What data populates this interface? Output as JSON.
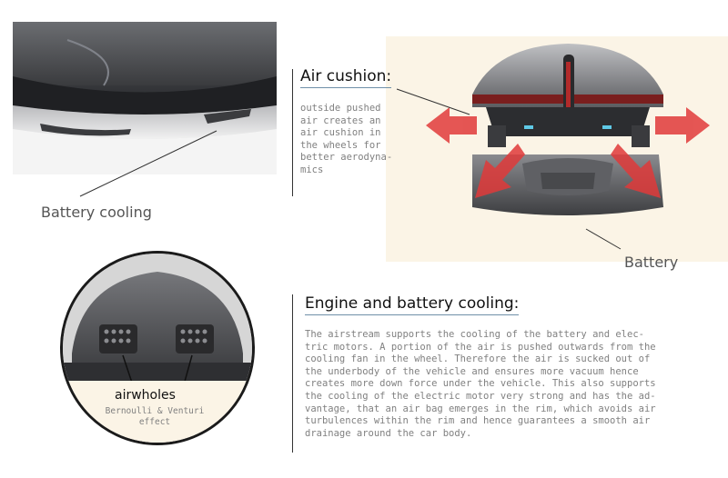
{
  "labels": {
    "battery_cooling": "Battery cooling",
    "battery": "Battery",
    "airwholes": "airwholes",
    "bernoulli": "Bernoulli & Venturi\neffect"
  },
  "air_cushion": {
    "title": "Air cushion:",
    "text": "outside pushed\nair creates an\nair cushion in\nthe wheels for\nbetter aerodyna-\nmics"
  },
  "engine_cooling": {
    "title": "Engine and battery cooling:",
    "text": "The airstream supports the cooling of the battery and elec-\ntric motors. A portion of the air is pushed outwards from the\ncooling fan in the wheel. Therefore the air is sucked out of\nthe underbody of the vehicle and ensures more vacuum hence\ncreates more down force under the vehicle. This also supports\nthe cooling of the electric motor very strong and has the ad-\nvantage, that an air bag emerges in the rim, which avoids air\nturbulences within the rim and hence guarantees a smooth air\ndrainage around the car body."
  },
  "colors": {
    "heading_underline": "#6f8fa8",
    "body_text": "#808080",
    "arrow_red": "#e03a3a",
    "right_panel_bg": "#fbf4e6"
  }
}
